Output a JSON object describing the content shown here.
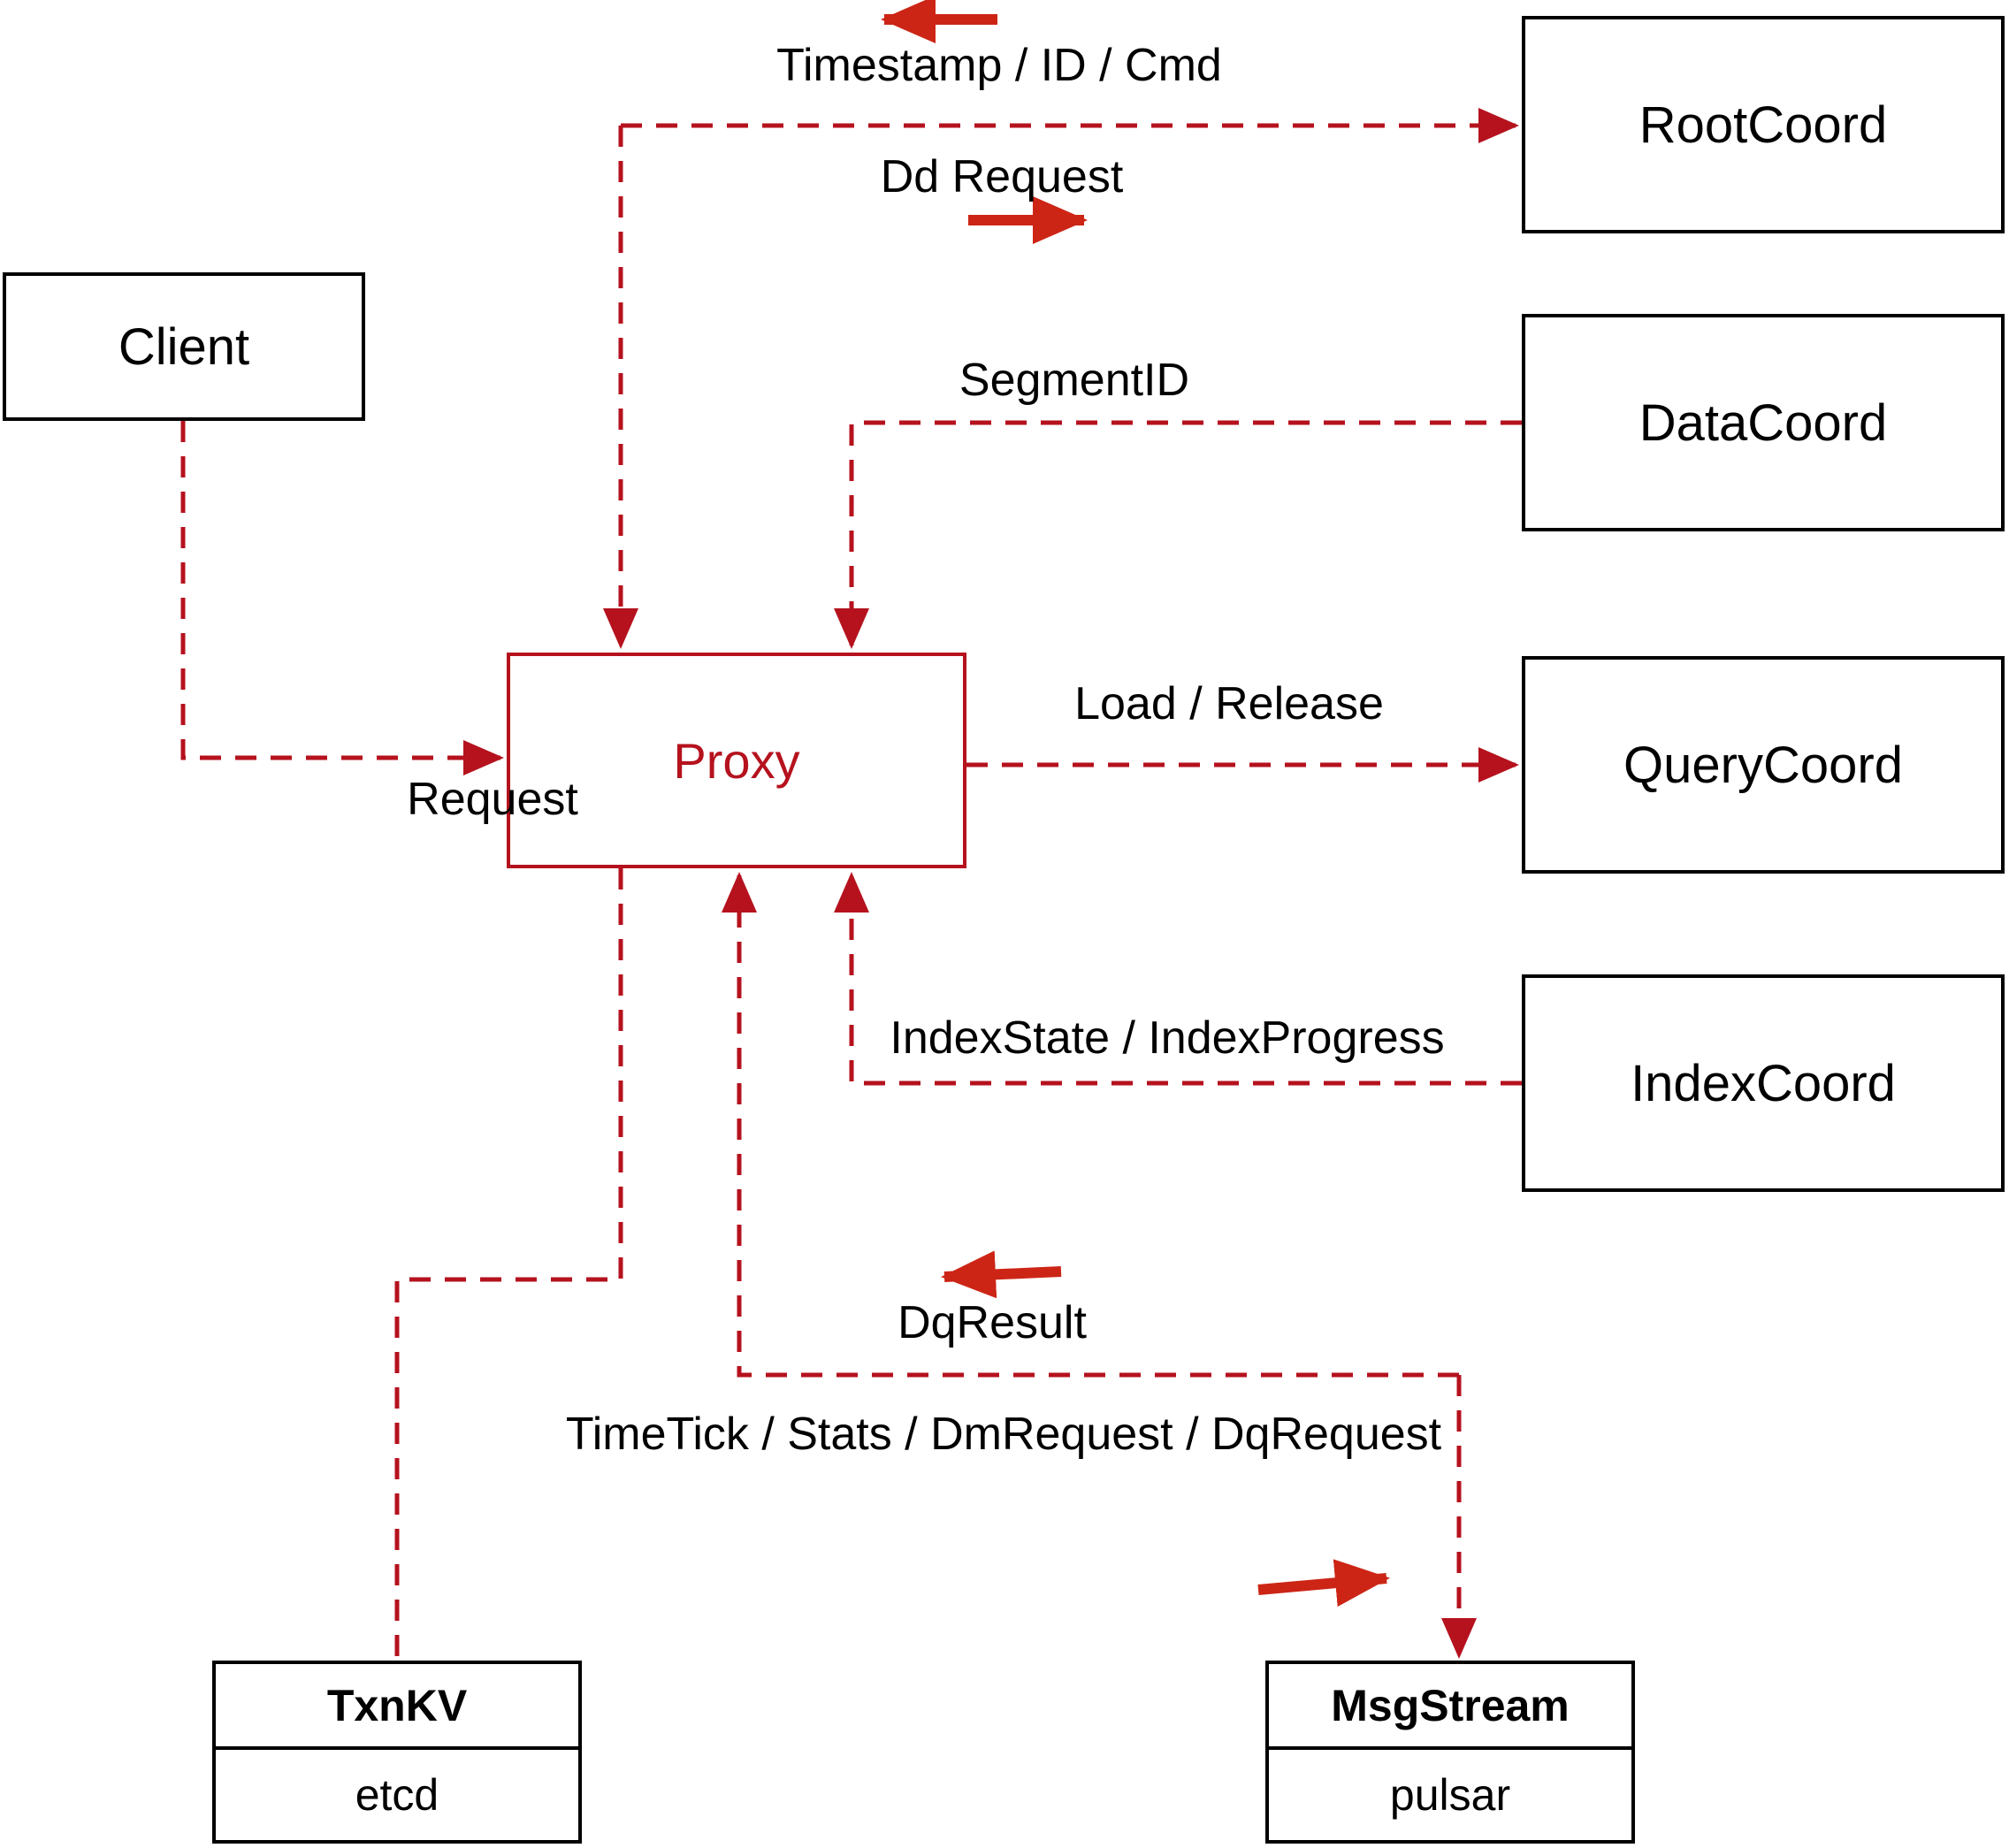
{
  "diagram": {
    "title": "Proxy architecture diagram",
    "nodes": {
      "client": {
        "label": "Client"
      },
      "proxy": {
        "label": "Proxy"
      },
      "root_coord": {
        "label": "RootCoord"
      },
      "data_coord": {
        "label": "DataCoord"
      },
      "query_coord": {
        "label": "QueryCoord"
      },
      "index_coord": {
        "label": "IndexCoord"
      },
      "txn_kv": {
        "title": "TxnKV",
        "subtitle": "etcd"
      },
      "msg_stream": {
        "title": "MsgStream",
        "subtitle": "pulsar"
      }
    },
    "edge_labels": {
      "timestamp": "Timestamp / ID / Cmd",
      "dd_request": "Dd Request",
      "segment_id": "SegmentID",
      "load_release": "Load / Release",
      "index_state": "IndexState / IndexProgress",
      "request": "Request",
      "dq_result": "DqResult",
      "time_tick": "TimeTick / Stats / DmRequest / DqRequest"
    },
    "colors": {
      "connector_red": "#b5121e",
      "solid_arrow_red": "#cc2516",
      "box_border": "#000000",
      "label_text": "#000000",
      "background": "#ffffff"
    }
  }
}
